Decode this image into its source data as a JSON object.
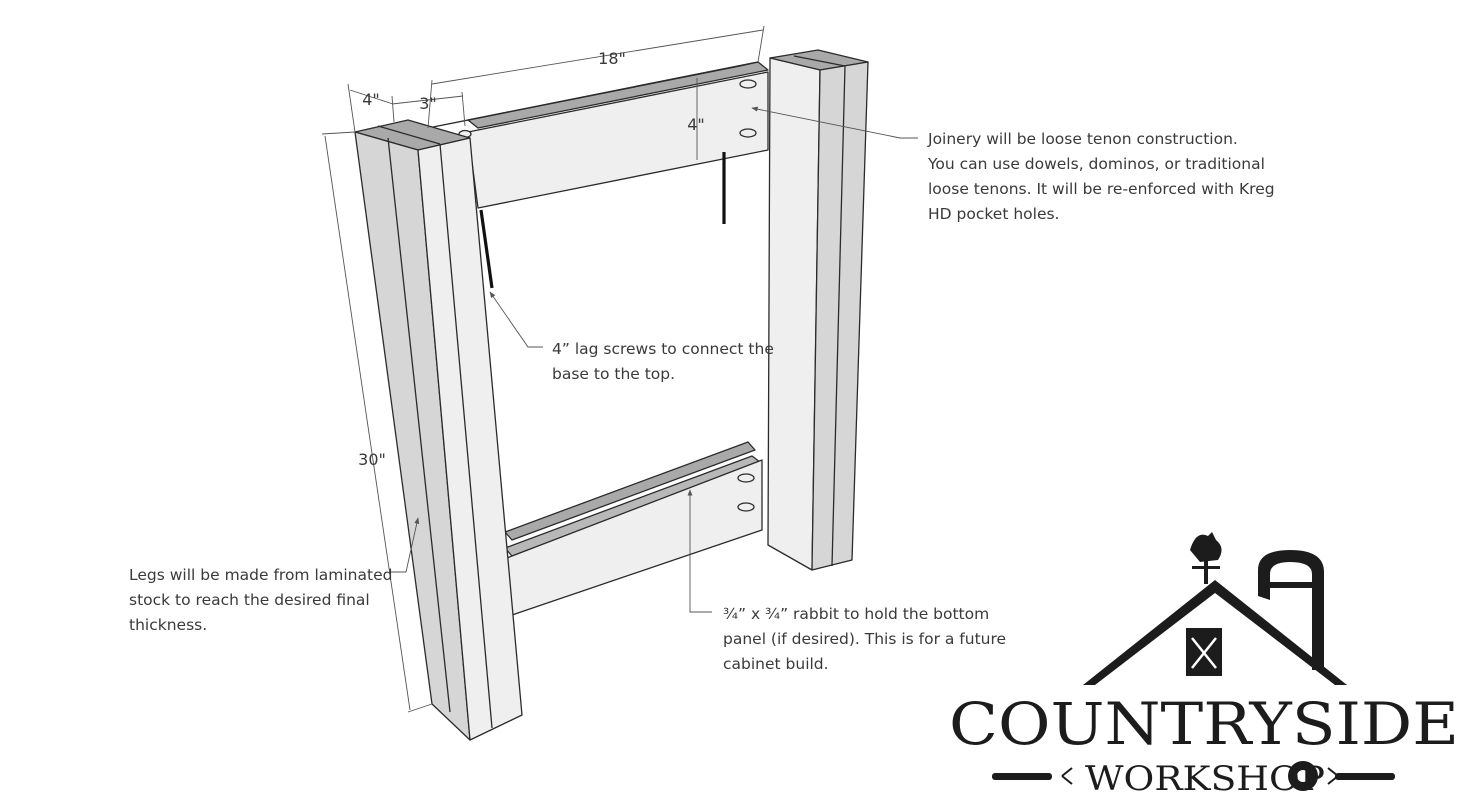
{
  "dimensions": {
    "rail_length": "18\"",
    "leg_width": "4\"",
    "rail_offset": "3\"",
    "rail_height": "4\"",
    "leg_height": "30\""
  },
  "notes": {
    "joinery": "Joinery will be loose tenon construction.\nYou can use dowels, dominos, or traditional\nloose tenons. It will be re-enforced with Kreg\nHD pocket holes.",
    "lag_screws": "4” lag screws to connect the\nbase to the top.",
    "legs": "Legs will be made from laminated\nstock to reach the desired final\nthickness.",
    "rabbit": "¾” x ¾” rabbit to hold the bottom\npanel (if desired). This is for a future\ncabinet build."
  },
  "logo": {
    "name": "COUNTRYSIDE",
    "subtitle": "WORKSHOP"
  },
  "colors": {
    "wood_front": "#efefef",
    "wood_side": "#d6d6d6",
    "wood_top": "#a9a9a9",
    "line": "#2b2b2b",
    "logo": "#1c1c1c"
  }
}
